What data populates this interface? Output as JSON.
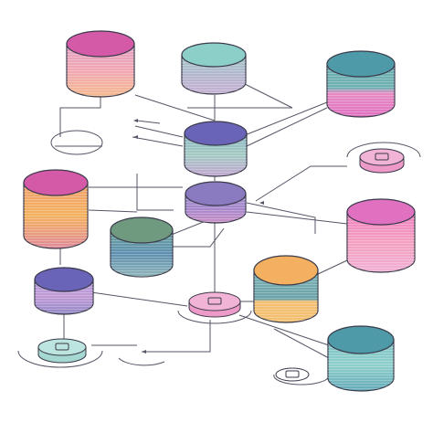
{
  "palette": {
    "background": "#ffffff",
    "outline": "#3a3a4a",
    "connector": "#555566",
    "pink": "#d45aa8",
    "magenta": "#e070c0",
    "teal": "#4f9aa8",
    "aqua": "#8ccfc8",
    "indigo": "#6a64b8",
    "violet": "#8a7ac0",
    "green": "#6f9a80",
    "orange": "#f2b060",
    "yellow": "#f5c870",
    "rose": "#ee9ac8"
  },
  "nodes": [
    {
      "id": "db-pink-top-left",
      "icon": "database-icon",
      "top": "pink",
      "body": [
        "#e3a2c6",
        "#f0a7b2",
        "#f5b98e"
      ]
    },
    {
      "id": "db-teal-top",
      "icon": "database-icon",
      "top": "aqua",
      "body": [
        "#9fc8c4",
        "#b3b7cf",
        "#c6b1d3"
      ]
    },
    {
      "id": "db-teal-top-right",
      "icon": "database-icon",
      "top": "teal",
      "body": [
        "#6fb0b3",
        "#e68cc4",
        "#e070c0"
      ]
    },
    {
      "id": "db-indigo-center",
      "icon": "database-icon",
      "top": "indigo",
      "body": [
        "#8ab6c4",
        "#a3c9c2",
        "#c2a6d2"
      ]
    },
    {
      "id": "db-violet-center",
      "icon": "database-icon",
      "top": "violet",
      "body": [
        "#9f8fc9",
        "#a587cc",
        "#c98fc5"
      ]
    },
    {
      "id": "db-pink-left",
      "icon": "database-icon",
      "top": "pink",
      "body": [
        "#f0a070",
        "#f3b15e",
        "#e08a9a"
      ]
    },
    {
      "id": "db-green-center",
      "icon": "database-icon",
      "top": "green",
      "body": [
        "#6aa39a",
        "#5f8fb0",
        "#8fb5b8"
      ]
    },
    {
      "id": "db-magenta-right",
      "icon": "database-icon",
      "top": "magenta",
      "body": [
        "#f07fc0",
        "#f4a0c0",
        "#f0b0d4"
      ]
    },
    {
      "id": "db-indigo-bottom-left",
      "icon": "database-icon",
      "top": "indigo",
      "body": [
        "#b099d9",
        "#c09ad6",
        "#8f88c4"
      ]
    },
    {
      "id": "db-orange-center",
      "icon": "database-icon",
      "top": "orange",
      "body": [
        "#7fb6b6",
        "#6aa1a9",
        "#f2c070"
      ]
    },
    {
      "id": "db-teal-bottom-right",
      "icon": "database-icon",
      "top": "teal",
      "body": [
        "#7fc2c4",
        "#8fd0cc",
        "#63a9b7"
      ]
    }
  ],
  "small_nodes": [
    {
      "id": "disk-pink-center",
      "icon": "disk-icon",
      "color": "rose"
    },
    {
      "id": "disk-pink-right",
      "icon": "disk-icon",
      "color": "rose"
    },
    {
      "id": "disk-teal-left",
      "icon": "disk-icon",
      "color": "aqua"
    },
    {
      "id": "disk-outline-bottom",
      "icon": "disk-icon",
      "color": "outline"
    }
  ]
}
